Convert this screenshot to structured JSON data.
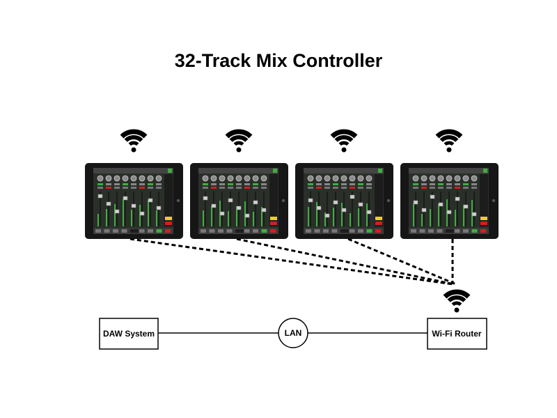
{
  "title": "32-Track Mix Controller",
  "nodes": {
    "daw": "DAW System",
    "lan": "LAN",
    "router": "Wi-Fi Router"
  },
  "tablets": [
    {
      "device": "tablet-1",
      "icon": "wifi-icon"
    },
    {
      "device": "tablet-2",
      "icon": "wifi-icon"
    },
    {
      "device": "tablet-3",
      "icon": "wifi-icon"
    },
    {
      "device": "tablet-4",
      "icon": "wifi-icon"
    }
  ],
  "router_icon": "wifi-icon",
  "colors": {
    "tablet_body": "#161616",
    "screen_bg": "#2a2f2a",
    "fader_green": "#3fae3f",
    "accent_red": "#d02020",
    "accent_yellow": "#e8d020",
    "link": "#000000"
  }
}
